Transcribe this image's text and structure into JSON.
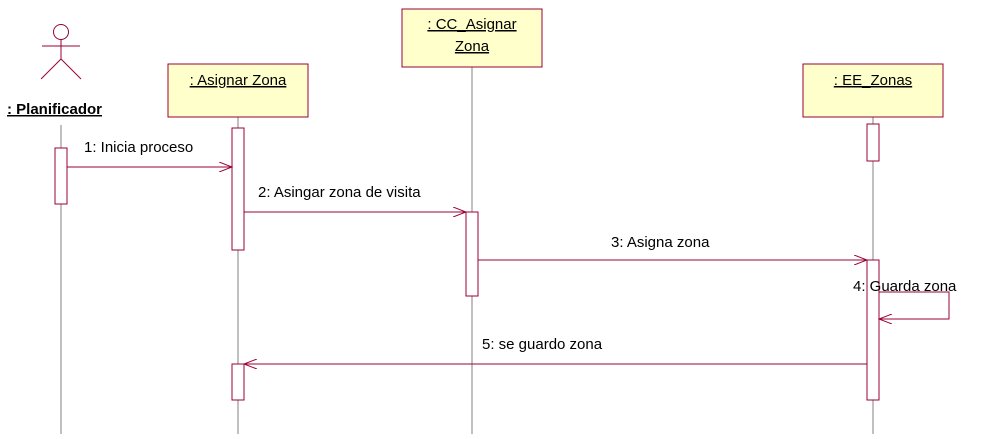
{
  "diagram": {
    "actor": {
      "label": ": Planificador"
    },
    "objects": [
      {
        "id": "asignar_zona",
        "lines": [
          ": Asignar Zona"
        ]
      },
      {
        "id": "cc_asignar_zona",
        "lines": [
          ": CC_Asignar",
          "Zona"
        ]
      },
      {
        "id": "ee_zonas",
        "lines": [
          ": EE_Zonas"
        ]
      }
    ],
    "messages": [
      {
        "label": "1: Inicia proceso"
      },
      {
        "label": "2: Asingar zona de visita"
      },
      {
        "label": "3: Asigna zona"
      },
      {
        "label": "4: Guarda zona"
      },
      {
        "label": "5: se guardo zona"
      }
    ],
    "colors": {
      "line": "#990033",
      "box_fill": "#ffffcc",
      "lifeline": "#808080"
    }
  }
}
